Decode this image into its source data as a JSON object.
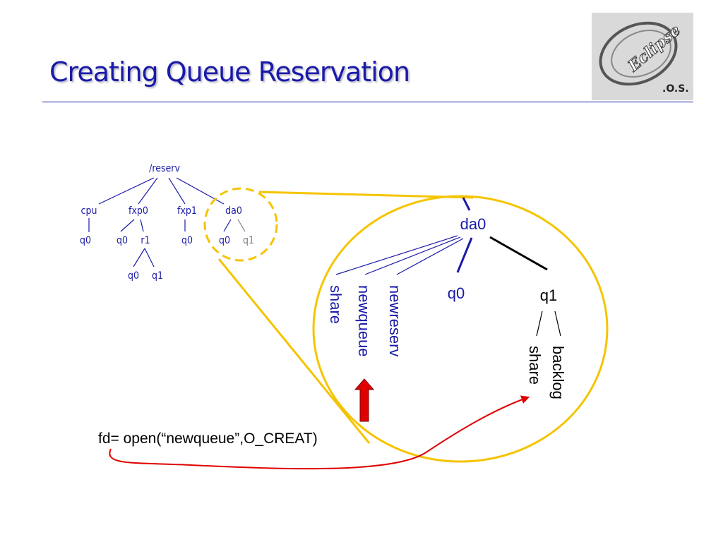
{
  "slide": {
    "title": "Creating Queue Reservation",
    "logo_text": "Eclipse",
    "logo_subtext": ".O.S."
  },
  "small_tree": {
    "root": "/reserv",
    "cpu": "cpu",
    "fxp0": "fxp0",
    "fxp1": "fxp1",
    "da0": "da0",
    "cpu_q0": "q0",
    "fxp0_q0": "q0",
    "fxp0_r1": "r1",
    "r1_q0": "q0",
    "r1_q1": "q1",
    "fxp1_q0": "q0",
    "da0_q0": "q0",
    "da0_q1": "q1"
  },
  "zoom_tree": {
    "root": "da0",
    "share": "share",
    "newqueue": "newqueue",
    "newreserv": "newreserv",
    "q0": "q0",
    "q1": "q1",
    "q1_share": "share",
    "q1_backlog": "backlog"
  },
  "code": "fd= open(“newqueue”,O_CREAT)",
  "colors": {
    "blue": "#1a1aa8",
    "yellow": "#f5c400",
    "red": "#e00000",
    "gray_text": "#808080"
  }
}
